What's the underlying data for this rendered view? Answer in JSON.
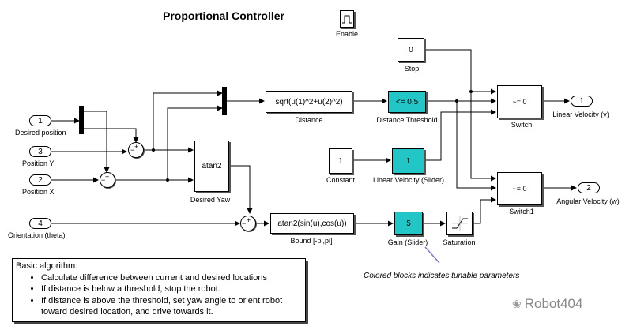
{
  "title": "Proportional Controller",
  "enable": {
    "label": "Enable"
  },
  "blocks": {
    "stop": {
      "value": "0",
      "label": "Stop"
    },
    "distance": {
      "expr": "sqrt(u(1)^2+u(2)^2)",
      "label": "Distance"
    },
    "distance_threshold": {
      "expr": "<= 0.5",
      "label": "Distance Threshold"
    },
    "constant": {
      "value": "1",
      "label": "Constant"
    },
    "linear_velocity_slider": {
      "value": "1",
      "label": "Linear Velocity (Slider)"
    },
    "desired_yaw": {
      "expr": "atan2",
      "label": "Desired Yaw"
    },
    "bound": {
      "expr": "atan2(sin(u),cos(u))",
      "label": "Bound [-pi,pi]"
    },
    "gain_slider": {
      "value": "5",
      "label": "Gain (Slider)"
    },
    "saturation": {
      "label": "Saturation"
    },
    "switch": {
      "expr": "~= 0",
      "label": "Switch"
    },
    "switch1": {
      "expr": "~= 0",
      "label": "Switch1"
    }
  },
  "inports": [
    {
      "num": "1",
      "label": "Desired position"
    },
    {
      "num": "3",
      "label": "Position Y"
    },
    {
      "num": "2",
      "label": "Position X"
    },
    {
      "num": "4",
      "label": "Orientation (theta)"
    }
  ],
  "outports": [
    {
      "num": "1",
      "label": "Linear Velocity (v)"
    },
    {
      "num": "2",
      "label": "Angular Velocity (w)"
    }
  ],
  "signs": {
    "plus": "+",
    "minus": "−"
  },
  "note": {
    "heading": "Basic algorithm:",
    "items": [
      "Calculate difference between current and desired locations",
      "If distance is below a threshold, stop the robot.",
      "If distance is above the threshold, set yaw angle to orient robot toward desired location, and drive towards it."
    ]
  },
  "annotation": "Colored blocks indicates tunable parameters",
  "watermark": "Robot404",
  "colors": {
    "tunable": "#22c6c6",
    "annotation_line": "#7a7ad0"
  }
}
